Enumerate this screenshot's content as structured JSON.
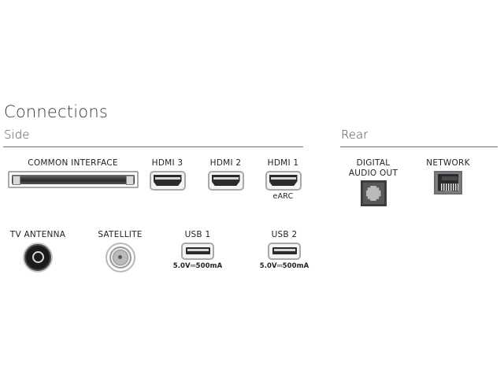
{
  "page": {
    "title": "Connections"
  },
  "sections": [
    {
      "id": "side",
      "label": "Side"
    },
    {
      "id": "rear",
      "label": "Rear"
    }
  ],
  "ports": {
    "common_interface": {
      "label": "COMMON INTERFACE",
      "icon": "common-interface-slot-icon"
    },
    "hdmi3": {
      "label": "HDMI 3",
      "icon": "hdmi-port-icon"
    },
    "hdmi2": {
      "label": "HDMI 2",
      "icon": "hdmi-port-icon"
    },
    "hdmi1": {
      "label": "HDMI 1",
      "sublabel": "eARC",
      "icon": "hdmi-port-icon"
    },
    "digital_audio_out": {
      "label": "DIGITAL\nAUDIO OUT",
      "icon": "optical-toslink-port-icon"
    },
    "network": {
      "label": "NETWORK",
      "icon": "rj45-ethernet-port-icon"
    },
    "tv_antenna": {
      "label": "TV ANTENNA",
      "icon": "coax-antenna-connector-icon"
    },
    "satellite": {
      "label": "SATELLITE",
      "icon": "coax-satellite-connector-icon"
    },
    "usb1": {
      "label": "USB 1",
      "sublabel": "5.0V⎓500mA",
      "icon": "usb-port-icon"
    },
    "usb2": {
      "label": "USB 2",
      "sublabel": "5.0V⎓500mA",
      "icon": "usb-port-icon"
    }
  },
  "colors": {
    "text": "#231f20",
    "heading": "#3a3a3c",
    "rule": "#6d6e71",
    "port_dark": "#2b2b2d",
    "port_frame": "#a7a9ac",
    "background": "#ffffff"
  }
}
